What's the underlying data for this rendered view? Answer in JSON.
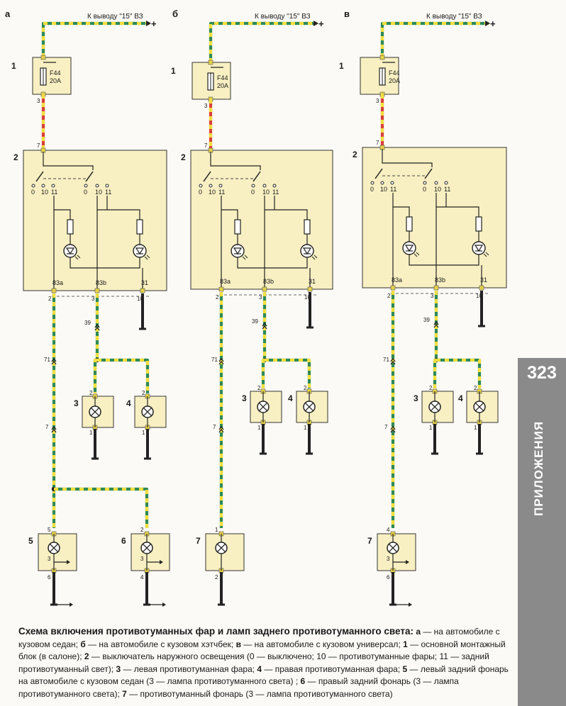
{
  "page_number": "323",
  "section_title": "ПРИЛОЖЕНИЯ",
  "diagrams": [
    {
      "label": "а",
      "supply_text": "К выводу \"15\" ВЗ",
      "plus": "+",
      "fuse_block_num": "1",
      "fuse_name": "F44",
      "fuse_rating": "20A",
      "fuse_out_pin": "3",
      "switch_num": "2",
      "switch_in_pin": "7",
      "switch_positions": [
        "0",
        "10",
        "11",
        "0",
        "10",
        "11"
      ],
      "out_labels": [
        "83a",
        "83b",
        "31"
      ],
      "out_pins": [
        "2",
        "3",
        "10"
      ],
      "conn_39": "39",
      "conn_71": "71",
      "conn_7": "7",
      "front_lamps": [
        {
          "num": "3",
          "pin_top": "2",
          "pin_bottom": "1"
        },
        {
          "num": "4",
          "pin_top": "2",
          "pin_bottom": "1"
        }
      ],
      "rear_lamps": [
        {
          "num": "5",
          "pin_top": "5",
          "lamp_pin": "3",
          "pin_bottom": "6"
        },
        {
          "num": "6",
          "pin_top": "2",
          "lamp_pin": "3",
          "pin_bottom": "4"
        }
      ]
    },
    {
      "label": "б",
      "supply_text": "К выводу \"15\" ВЗ",
      "plus": "+",
      "fuse_block_num": "1",
      "fuse_name": "F44",
      "fuse_rating": "20A",
      "fuse_out_pin": "3",
      "switch_num": "2",
      "switch_in_pin": "7",
      "switch_positions": [
        "0",
        "10",
        "11",
        "0",
        "10",
        "11"
      ],
      "out_labels": [
        "83a",
        "83b",
        "31"
      ],
      "out_pins": [
        "2",
        "3",
        "10"
      ],
      "conn_39": "39",
      "conn_71": "71",
      "conn_7": "7",
      "front_lamps": [
        {
          "num": "3",
          "pin_top": "2",
          "pin_bottom": "1"
        },
        {
          "num": "4",
          "pin_top": "2",
          "pin_bottom": "1"
        }
      ],
      "rear_lamps": [
        {
          "num": "7",
          "pin_top": "1",
          "pin_bottom": "2"
        }
      ]
    },
    {
      "label": "в",
      "supply_text": "К выводу \"15\" ВЗ",
      "plus": "+",
      "fuse_block_num": "1",
      "fuse_name": "F44",
      "fuse_rating": "20A",
      "fuse_out_pin": "3",
      "switch_num": "2",
      "switch_in_pin": "7",
      "switch_positions": [
        "0",
        "10",
        "11",
        "0",
        "10",
        "11"
      ],
      "out_labels": [
        "83a",
        "83b",
        "31"
      ],
      "out_pins": [
        "2",
        "3",
        "10"
      ],
      "conn_39": "39",
      "conn_71": "71",
      "conn_7": "7",
      "front_lamps": [
        {
          "num": "3",
          "pin_top": "2",
          "pin_bottom": "1"
        },
        {
          "num": "4",
          "pin_top": "2",
          "pin_bottom": "1"
        }
      ],
      "rear_lamps": [
        {
          "num": "7",
          "pin_top": "4",
          "lamp_pin": "3",
          "pin_bottom": "6"
        }
      ]
    }
  ],
  "caption": {
    "title": "Схема включения противотуманных фар и ламп заднего противотуманного света:",
    "parts": [
      {
        "b": "а",
        "t": " — на автомобиле с кузовом седан; "
      },
      {
        "b": "б",
        "t": " — на автомобиле с кузовом хэтчбек; "
      },
      {
        "b": "в",
        "t": " — на автомобиле с кузовом универсал; "
      },
      {
        "b": "1",
        "t": " — основной монтажный блок (в салоне); "
      },
      {
        "b": "2",
        "t": " — выключатель наружного освещения (0 — выключено; 10 — противотуманные фары; 11 — задний противотуманный свет); "
      },
      {
        "b": "3",
        "t": " — левая противотуманная фара; "
      },
      {
        "b": "4",
        "t": " — правая противотуманная фара; "
      },
      {
        "b": "5",
        "t": " — левый задний фонарь на автомобиле с кузовом седан (3 — лампа противотуманного света) ; "
      },
      {
        "b": "6",
        "t": " — правый задний фонарь (3 — лампа противотуманного света); "
      },
      {
        "b": "7",
        "t": " — противотуманный фонарь (3 — лампа противотуманного света)"
      }
    ]
  },
  "colors": {
    "box_fill": "#f8f0c2",
    "wire_green": "#2f8a57",
    "wire_yellow": "#f2df40",
    "wire_red": "#d8413a",
    "sidebar": "#8a8a8a"
  }
}
